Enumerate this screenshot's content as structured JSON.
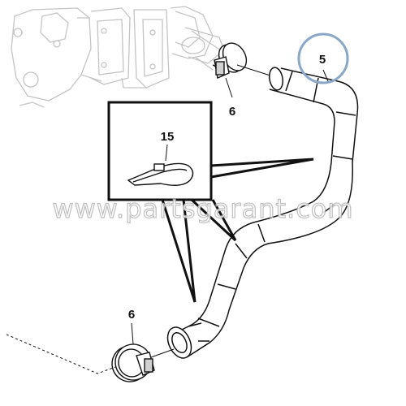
{
  "diagram": {
    "callouts": {
      "hose": "5",
      "clamp_upper": "6",
      "clamp_lower": "6",
      "cable_tie": "15"
    },
    "watermark": "www.partsgarant.com",
    "colors": {
      "line": "#111111",
      "ghost": "#c4c4c4",
      "highlight_circle": "#8aa7c8",
      "watermark_outline": "#b5b5b5"
    }
  }
}
